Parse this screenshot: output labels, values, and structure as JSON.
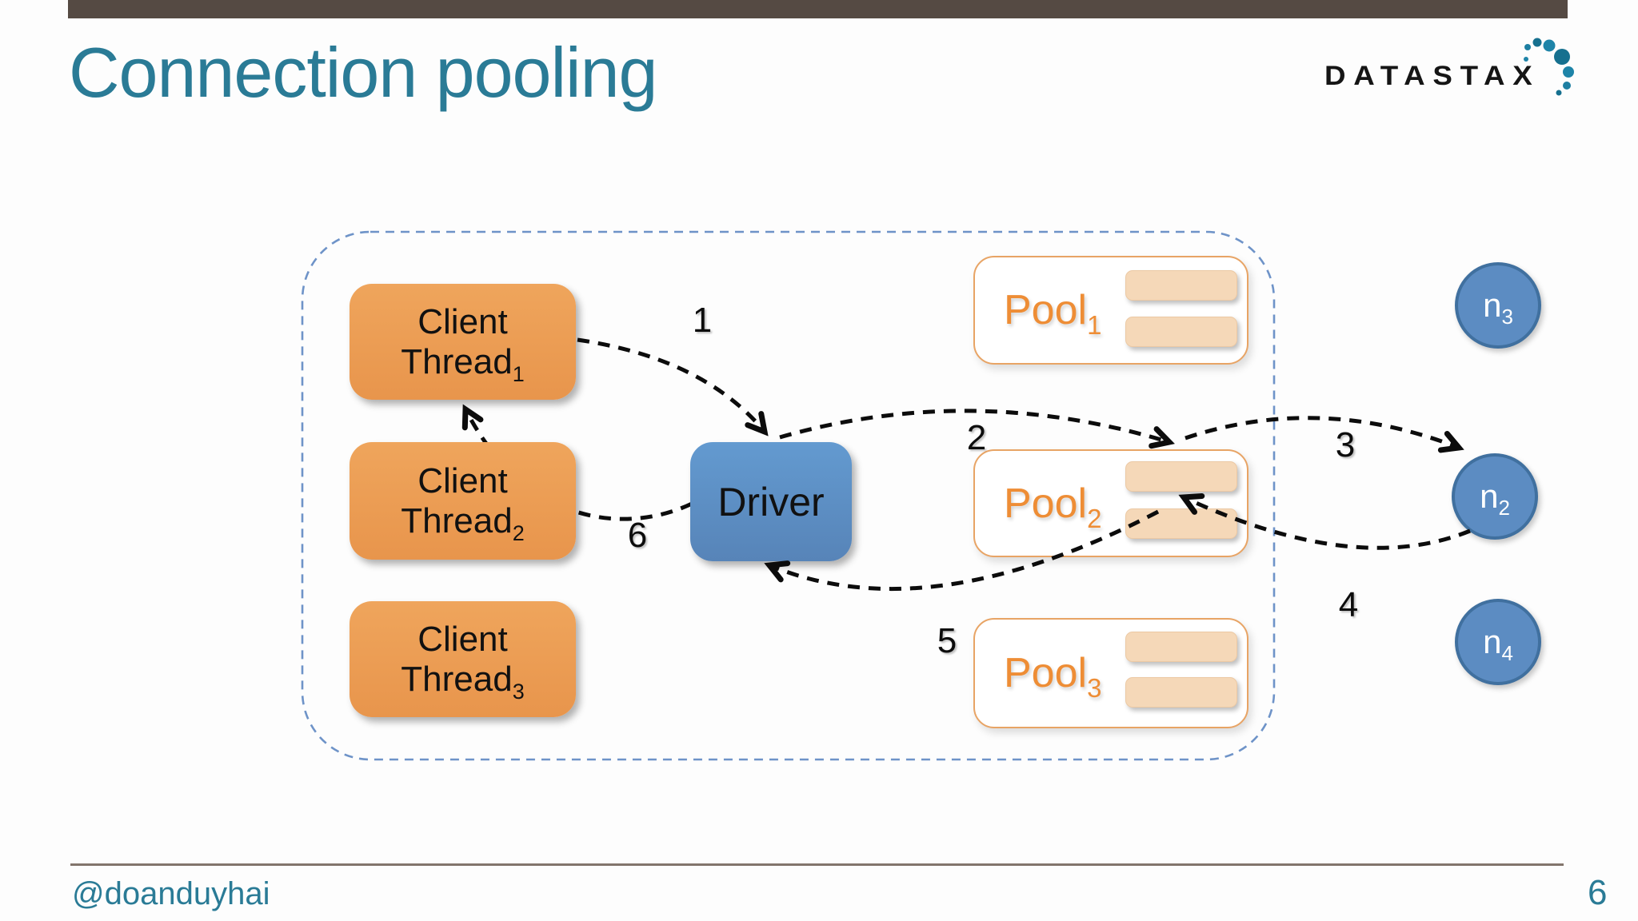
{
  "slide": {
    "title": "Connection pooling",
    "footer_handle": "@doanduyhai",
    "page_number": "6"
  },
  "logo": {
    "brand": "DATASTAX"
  },
  "diagram": {
    "client_threads": [
      {
        "line1": "Client",
        "line2": "Thread",
        "sub": "1"
      },
      {
        "line1": "Client",
        "line2": "Thread",
        "sub": "2"
      },
      {
        "line1": "Client",
        "line2": "Thread",
        "sub": "3"
      }
    ],
    "driver_label": "Driver",
    "pools": [
      {
        "name": "Pool",
        "sub": "1"
      },
      {
        "name": "Pool",
        "sub": "2"
      },
      {
        "name": "Pool",
        "sub": "3"
      }
    ],
    "nodes": [
      {
        "name": "n",
        "sub": "3"
      },
      {
        "name": "n",
        "sub": "2"
      },
      {
        "name": "n",
        "sub": "4"
      }
    ],
    "step_labels": [
      "1",
      "2",
      "3",
      "4",
      "5",
      "6"
    ]
  },
  "colors": {
    "accent_teal": "#2A7B96",
    "header_bar": "#554A43",
    "client_orange": "#EB9B51",
    "pool_label_orange": "#EE8D35",
    "pool_border": "#E8A465",
    "slot_fill": "#F5D8B8",
    "driver_blue": "#5C8CC2",
    "node_border": "#40709F",
    "arrow_black": "#111111",
    "container_dash_blue": "#6E93C8"
  }
}
